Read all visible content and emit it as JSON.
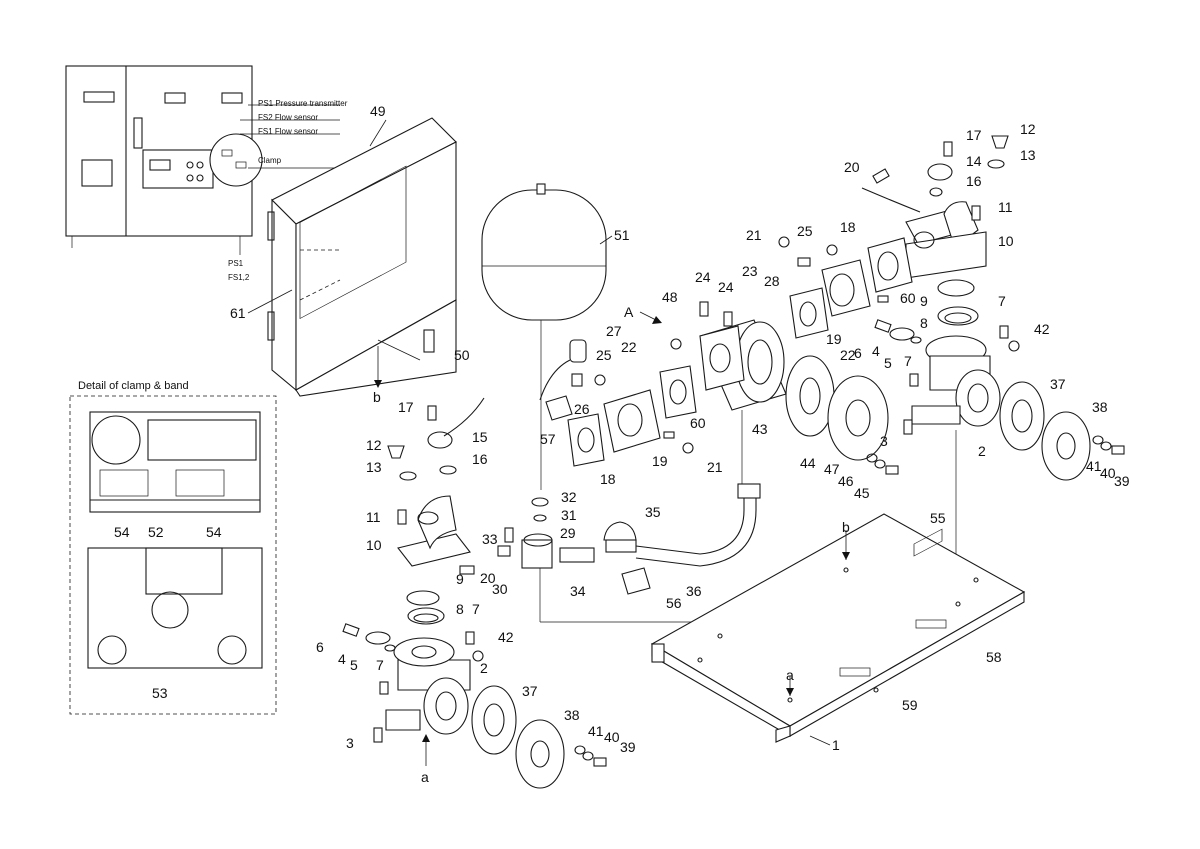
{
  "diagram": {
    "control_box_labels": [
      "PS1 Pressure transmitter",
      "FS2 Flow sensor",
      "FS1 Flow sensor",
      "Clamp"
    ],
    "control_box_bottom_labels": [
      "PS1",
      "FS1,2"
    ],
    "detail_title": "Detail of clamp & band",
    "section_letters": {
      "A": "A",
      "a_top": "a",
      "a_bottom": "a",
      "b_top": "b",
      "b_bottom": "b"
    },
    "callouts": {
      "c1": "1",
      "c2a": "2",
      "c2b": "2",
      "c3a": "3",
      "c3b": "3",
      "c4a": "4",
      "c4b": "4",
      "c5a": "5",
      "c5b": "5",
      "c6a": "6",
      "c6b": "6",
      "c7a": "7",
      "c7b": "7",
      "c7c": "7",
      "c7d": "7",
      "c8a": "8",
      "c8b": "8",
      "c9a": "9",
      "c9b": "9",
      "c10a": "10",
      "c10b": "10",
      "c11a": "11",
      "c11b": "11",
      "c12a": "12",
      "c12b": "12",
      "c13a": "13",
      "c13b": "13",
      "c14": "14",
      "c15": "15",
      "c16a": "16",
      "c16b": "16",
      "c17a": "17",
      "c17b": "17",
      "c18a": "18",
      "c18b": "18",
      "c19a": "19",
      "c19b": "19",
      "c20a": "20",
      "c20b": "20",
      "c21a": "21",
      "c21b": "21",
      "c22a": "22",
      "c22b": "22",
      "c23": "23",
      "c24a": "24",
      "c24b": "24",
      "c25a": "25",
      "c25b": "25",
      "c26": "26",
      "c27": "27",
      "c28": "28",
      "c29": "29",
      "c30": "30",
      "c31": "31",
      "c32": "32",
      "c33": "33",
      "c34": "34",
      "c35": "35",
      "c36": "36",
      "c37a": "37",
      "c37b": "37",
      "c38a": "38",
      "c38b": "38",
      "c39a": "39",
      "c39b": "39",
      "c40a": "40",
      "c40b": "40",
      "c41a": "41",
      "c41b": "41",
      "c42a": "42",
      "c42b": "42",
      "c43": "43",
      "c44": "44",
      "c45": "45",
      "c46": "46",
      "c47": "47",
      "c48": "48",
      "c49": "49",
      "c50": "50",
      "c51": "51",
      "c52": "52",
      "c53": "53",
      "c54a": "54",
      "c54b": "54",
      "c55": "55",
      "c56": "56",
      "c57": "57",
      "c58": "58",
      "c59": "59",
      "c60a": "60",
      "c60b": "60",
      "c61": "61"
    }
  }
}
